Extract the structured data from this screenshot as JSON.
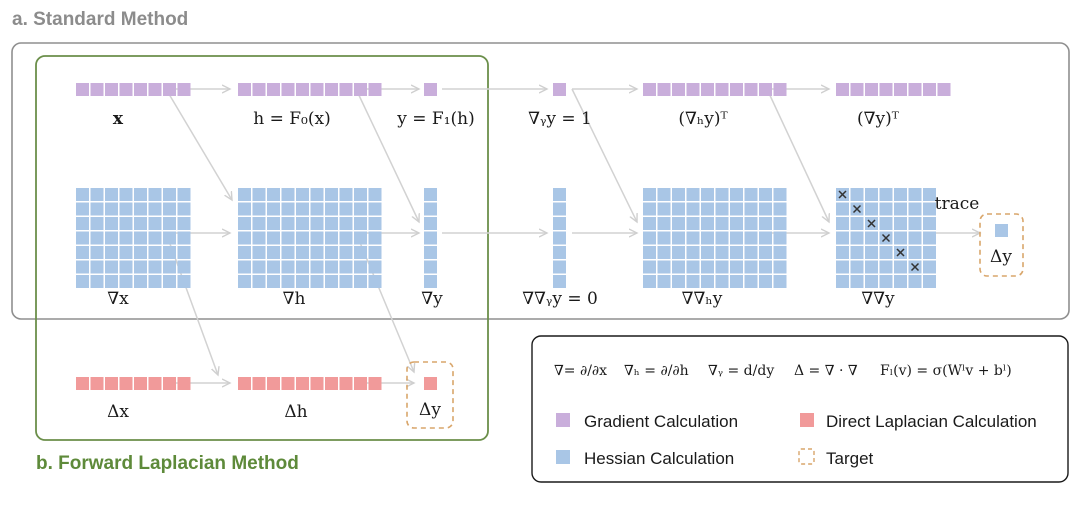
{
  "sections": {
    "standard": "a. Standard Method",
    "forward": "b. Forward Laplacian Method"
  },
  "labels": {
    "x": "x",
    "h_eq": "h = F₀(x)",
    "y_eq": "y = F₁(h)",
    "grad_y_y": "∇ᵧy = 1",
    "grad_h_y_T": "(∇ₕy)ᵀ",
    "grad_y_T": "(∇y)ᵀ",
    "nabla_x": "∇x",
    "nabla_h": "∇h",
    "nabla_y": "∇y",
    "nabla_nabla_y_y": "∇∇ᵧy = 0",
    "nabla_nabla_h_y": "∇∇ₕy",
    "nabla_nabla_y": "∇∇y",
    "trace": "trace",
    "delta_y_std": "Δy",
    "delta_x": "Δx",
    "delta_h": "Δh",
    "delta_y_fwd": "Δy"
  },
  "legend": {
    "formulas": {
      "nabla_def": "∇= ∂/∂x",
      "nabla_h_def": "∇ₕ = ∂/∂h",
      "nabla_y_def": "∇ᵧ = d/dy",
      "laplacian_def": "Δ = ∇ · ∇",
      "layer_def": "Fₗ(v) = σ(Wˡv + bˡ)"
    },
    "items": [
      {
        "key": "gradient",
        "label": "Gradient Calculation"
      },
      {
        "key": "direct",
        "label": "Direct Laplacian Calculation"
      },
      {
        "key": "hessian",
        "label": "Hessian Calculation"
      },
      {
        "key": "target",
        "label": "Target"
      }
    ]
  },
  "colors": {
    "gradient": "#c9aedb",
    "hessian": "#a9c6e6",
    "direct": "#f19a9a",
    "target_border": "#d9a66b",
    "standard_title": "#8c8c8c",
    "standard_border": "#8f8f8f",
    "forward_title": "#5e8a3a",
    "forward_border": "#6b8f4a",
    "arrow": "#d2d2d2"
  }
}
